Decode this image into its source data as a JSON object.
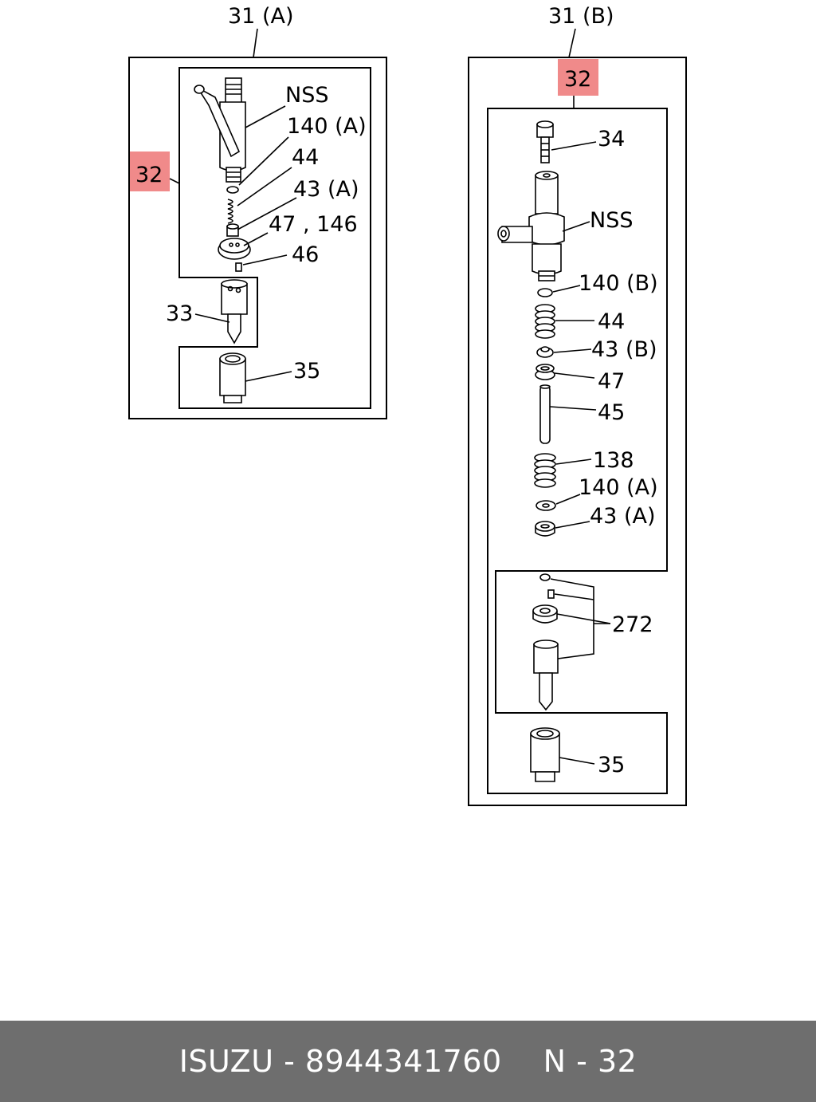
{
  "diagram": {
    "variant_a": {
      "title": "31 (A)",
      "highlight": "32",
      "labels": {
        "nss": "NSS",
        "p140a": "140 (A)",
        "p44": "44",
        "p43a": "43 (A)",
        "p47_146": "47 , 146",
        "p46": "46",
        "p33": "33",
        "p35": "35"
      }
    },
    "variant_b": {
      "title": "31 (B)",
      "highlight": "32",
      "labels": {
        "p34": "34",
        "nss": "NSS",
        "p140b": "140 (B)",
        "p44": "44",
        "p43b": "43 (B)",
        "p47": "47",
        "p45": "45",
        "p138": "138",
        "p140a": "140 (A)",
        "p43a": "43 (A)",
        "p272": "272",
        "p35": "35"
      }
    },
    "highlight_color": "#f08a8a"
  },
  "footer": {
    "brand_part": "ISUZU - 8944341760",
    "page_ref": "N - 32"
  }
}
